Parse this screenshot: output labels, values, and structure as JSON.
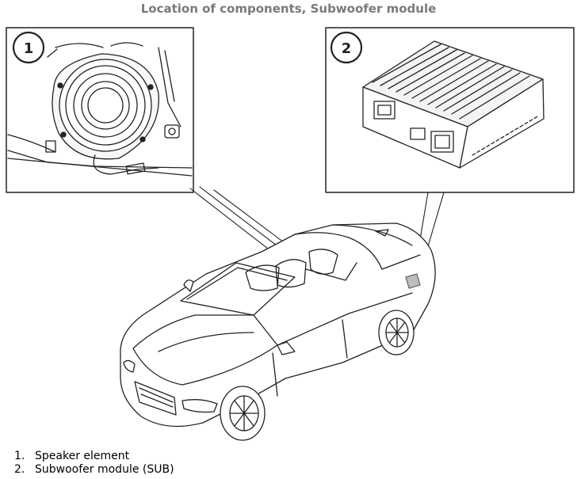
{
  "title": "Location of components, Subwoofer module",
  "callouts": [
    {
      "number": "1"
    },
    {
      "number": "2"
    }
  ],
  "legend": [
    {
      "number": "1.",
      "text": "Speaker element"
    },
    {
      "number": "2.",
      "text": "Subwoofer module (SUB)"
    }
  ],
  "colors": {
    "title": "#7a7a7a",
    "line": "#222222",
    "fill_light": "#f2f2f2",
    "highlight": "#bdbdbd"
  }
}
